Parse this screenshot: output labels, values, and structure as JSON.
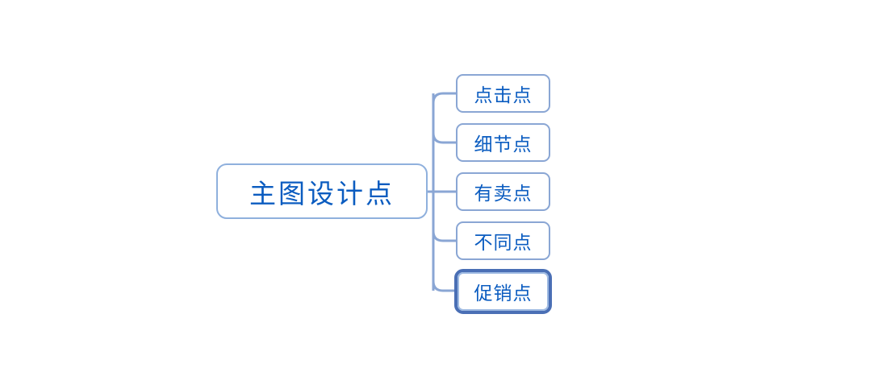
{
  "diagram": {
    "type": "mind-map",
    "background_color": "#ffffff",
    "root": {
      "label": "主图设计点",
      "text_color": "#0b5cc0",
      "border_color": "#8fb0dd"
    },
    "children": [
      {
        "label": "点击点",
        "selected": false
      },
      {
        "label": "细节点",
        "selected": false
      },
      {
        "label": "有卖点",
        "selected": false
      },
      {
        "label": "不同点",
        "selected": false
      },
      {
        "label": "促销点",
        "selected": true
      }
    ],
    "colors": {
      "node_border": "#8aa6d4",
      "node_text": "#0b5cc0",
      "connector": "#8aa6d4",
      "selection_frame": "#4a6fb5"
    }
  }
}
